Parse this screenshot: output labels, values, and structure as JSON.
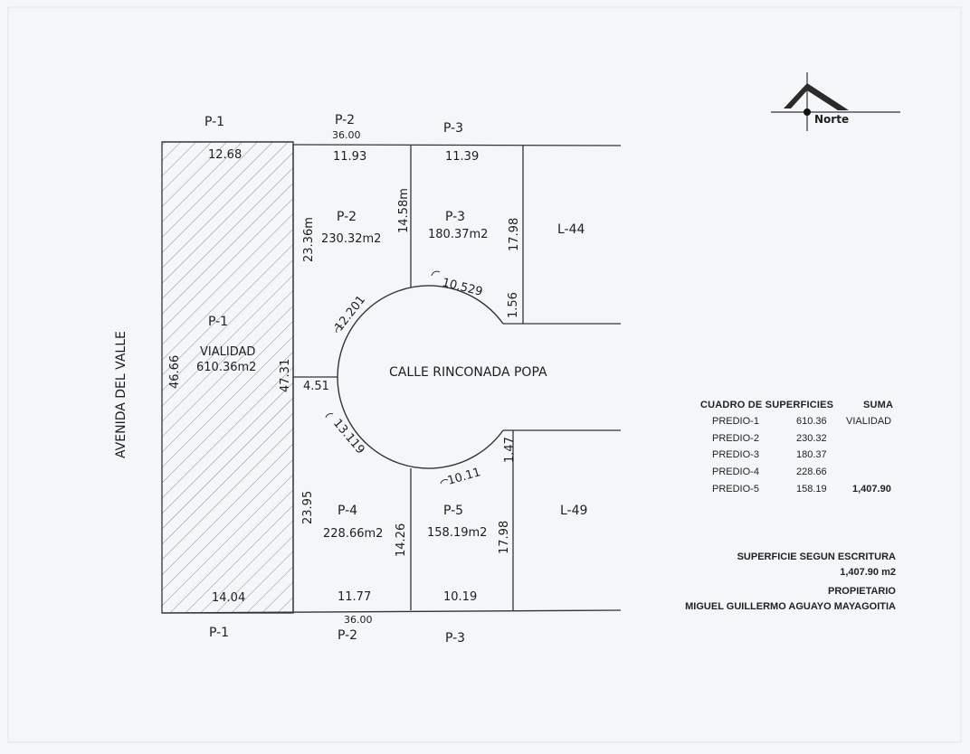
{
  "north_label": "Norte",
  "street_left": "AVENIDA DEL VALLE",
  "street_center": "CALLE RINCONADA POPA",
  "labels": {
    "top_p1": "P-1",
    "top_p2": "P-2",
    "top_p3": "P-3",
    "bottom_p1": "P-1",
    "bottom_p2": "P-2",
    "bottom_p3": "P-3",
    "l44": "L-44",
    "l49": "L-49"
  },
  "dims": {
    "top_total": "36.00",
    "bottom_total": "36.00",
    "p1_top": "12.68",
    "p2_top": "11.93",
    "p3_top": "11.39",
    "p1_bottom": "14.04",
    "p4_bottom": "11.77",
    "p5_bottom": "10.19",
    "left_46": "46.66",
    "p1_right": "47.31",
    "p2_left": "23.36m",
    "p2_right": "14.58m",
    "p3_right": "17.98",
    "p3_step": "1.56",
    "p5_step": "1.47",
    "p4_left": "23.95",
    "p4_right": "14.26",
    "p5_right": "17.98",
    "cul_neck": "4.51",
    "arc_a": "12.201",
    "arc_b": "10.529",
    "arc_c": "13.119",
    "arc_d": "10.11"
  },
  "lots": {
    "p1_name": "P-1",
    "p1_use": "VIALIDAD",
    "p1_area": "610.36m2",
    "p2_name": "P-2",
    "p2_area": "230.32m2",
    "p3_name": "P-3",
    "p3_area": "180.37m2",
    "p4_name": "P-4",
    "p4_area": "228.66m2",
    "p5_name": "P-5",
    "p5_area": "158.19m2"
  },
  "table": {
    "title": "CUADRO DE SUPERFICIES",
    "suma_header": "SUMA",
    "rows": [
      {
        "name": "PREDIO-1",
        "value": "610.36",
        "note": "VIALIDAD"
      },
      {
        "name": "PREDIO-2",
        "value": "230.32",
        "note": ""
      },
      {
        "name": "PREDIO-3",
        "value": "180.37",
        "note": ""
      },
      {
        "name": "PREDIO-4",
        "value": "228.66",
        "note": ""
      },
      {
        "name": "PREDIO-5",
        "value": "158.19",
        "note": "1,407.90"
      }
    ]
  },
  "info": {
    "sup_label": "SUPERFICIE SEGUN ESCRITURA",
    "sup_value": "1,407.90 m2",
    "owner_label": "PROPIETARIO",
    "owner_name": "MIGUEL GUILLERMO AGUAYO MAYAGOITIA"
  }
}
